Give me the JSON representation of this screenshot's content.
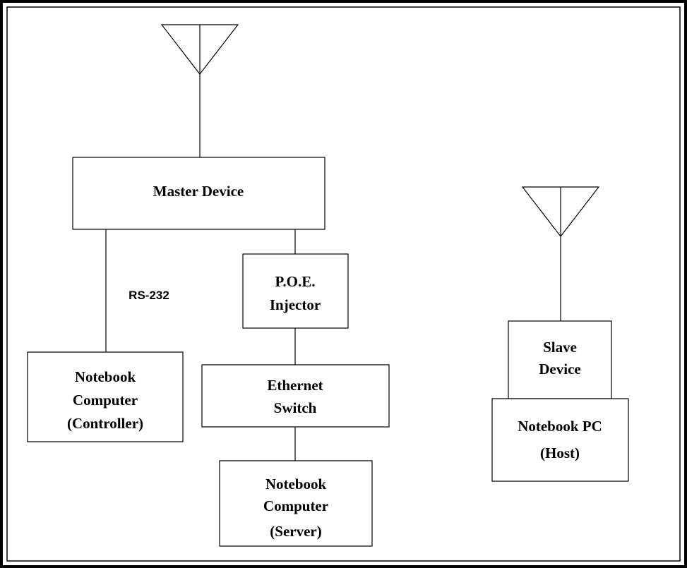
{
  "colors": {
    "stroke": "#000000",
    "background": "#ffffff"
  },
  "nodes": {
    "master_device": {
      "lines": [
        "Master Device"
      ]
    },
    "poe_injector": {
      "lines": [
        "P.O.E.",
        "Injector"
      ]
    },
    "notebook_controller": {
      "lines": [
        "Notebook",
        "Computer",
        "(Controller)"
      ]
    },
    "ethernet_switch": {
      "lines": [
        "Ethernet",
        "Switch"
      ]
    },
    "notebook_server": {
      "lines": [
        "Notebook",
        "Computer",
        "(Server)"
      ]
    },
    "slave_device": {
      "lines": [
        "Slave",
        "Device"
      ]
    },
    "notebook_host": {
      "lines": [
        "Notebook PC",
        "(Host)"
      ]
    }
  },
  "edges": {
    "rs232_label": "RS-232"
  },
  "icons": [
    "antenna-icon",
    "antenna-icon"
  ]
}
